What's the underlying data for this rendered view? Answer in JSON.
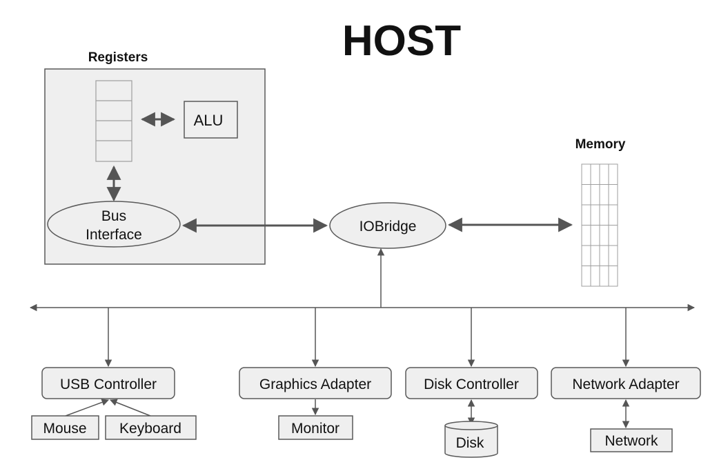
{
  "title": "HOST",
  "cpu": {
    "registers_label": "Registers",
    "alu_label": "ALU",
    "bus_interface_line1": "Bus",
    "bus_interface_line2": "Interface"
  },
  "memory_label": "Memory",
  "iobridge_label": "IOBridge",
  "devices": {
    "usb_controller": "USB Controller",
    "graphics_adapter": "Graphics Adapter",
    "disk_controller": "Disk Controller",
    "network_adapter": "Network Adapter",
    "mouse": "Mouse",
    "keyboard": "Keyboard",
    "monitor": "Monitor",
    "disk": "Disk",
    "network": "Network"
  },
  "colors": {
    "box_fill": "#efefef",
    "box_stroke": "#595959",
    "grid_stroke": "#9e9e9e",
    "arrow": "#555555",
    "text": "#111111"
  }
}
